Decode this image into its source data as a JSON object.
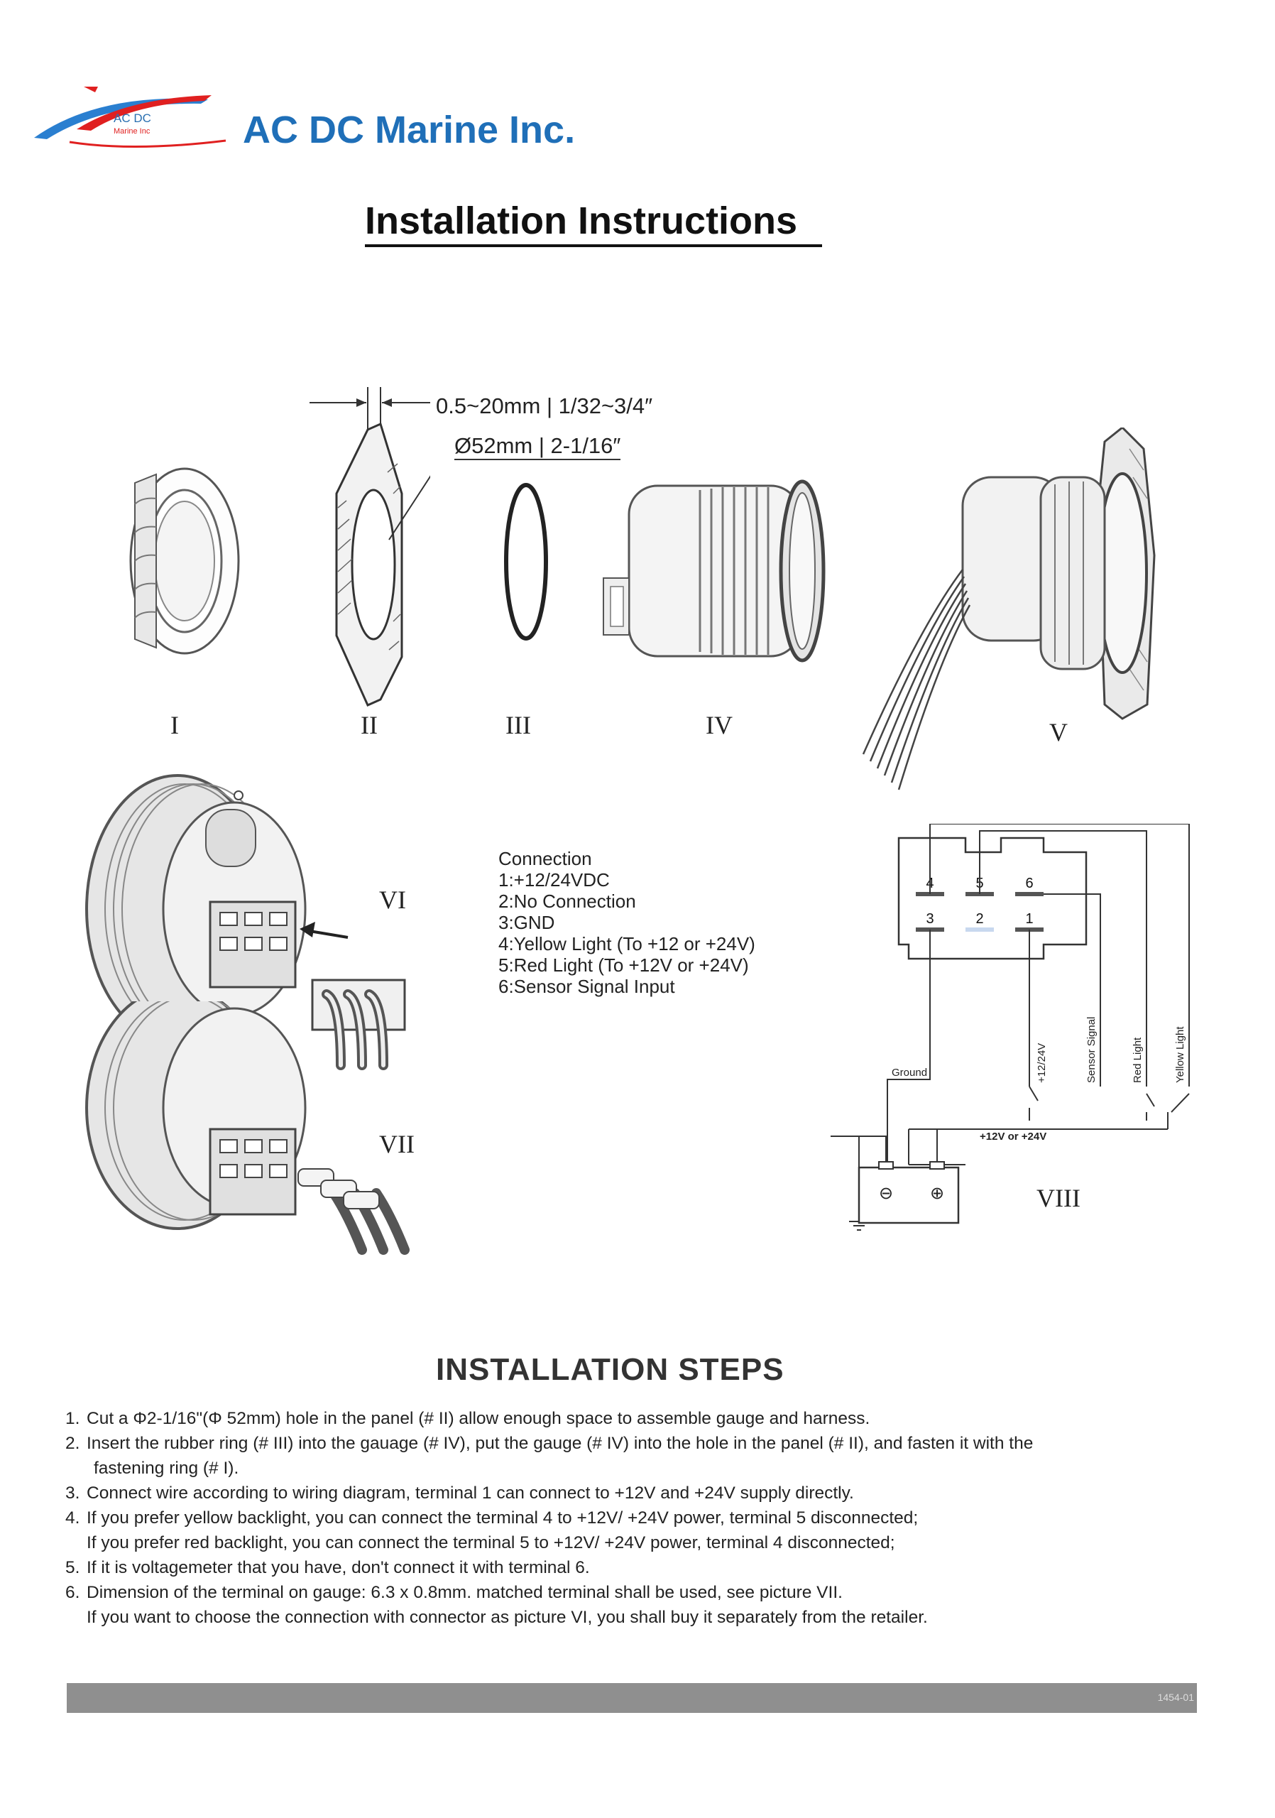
{
  "header": {
    "logo_text_top": "AC DC",
    "logo_text_bottom": "Marine Inc",
    "company": "AC DC Marine Inc.",
    "title": "Installation Instructions"
  },
  "diagram": {
    "dim_panel_thickness": "0.5~20mm | 1/32~3/4″",
    "dim_hole": "Ø52mm | 2-1/16″",
    "parts": [
      "I",
      "II",
      "III",
      "IV",
      "V",
      "VI",
      "VII",
      "VIII"
    ]
  },
  "connection": {
    "title": "Connection",
    "items": [
      "1:+12/24VDC",
      "2:No Connection",
      "3:GND",
      "4:Yellow Light  (To +12 or +24V)",
      "5:Red Light  (To +12V or +24V)",
      "6:Sensor Signal Input"
    ]
  },
  "wiring": {
    "pins": [
      "4",
      "5",
      "6",
      "3",
      "2",
      "1"
    ],
    "labels": {
      "ground": "Ground",
      "supply": "+12/24V",
      "sensor": "Sensor Signal",
      "red": "Red Light",
      "yellow": "Yellow Light",
      "bus": "+12V or +24V",
      "neg": "⊖",
      "pos": "⊕"
    }
  },
  "steps": {
    "heading": "INSTALLATION STEPS",
    "items": [
      {
        "num": "1.",
        "lines": [
          "Cut a Φ2-1/16\"(Φ 52mm) hole in the panel (# II) allow enough space to assemble gauge and harness."
        ]
      },
      {
        "num": "2.",
        "lines": [
          "Insert the rubber ring (# III) into the gauage (# IV), put the gauge (# IV) into the hole in the panel (# II), and fasten it with the",
          "fastening ring (# I)."
        ]
      },
      {
        "num": "3.",
        "lines": [
          "Connect wire according to wiring diagram, terminal 1 can connect to +12V and +24V supply directly."
        ]
      },
      {
        "num": "4.",
        "lines": [
          "If you prefer yellow backlight, you can connect the terminal 4 to +12V/ +24V power, terminal 5 disconnected;",
          "If you prefer red backlight, you can connect the terminal 5 to +12V/ +24V power, terminal 4 disconnected;"
        ]
      },
      {
        "num": "5.",
        "lines": [
          "If it is voltagemeter that you have, don't connect it with terminal 6."
        ]
      },
      {
        "num": "6.",
        "lines": [
          "Dimension of the terminal on gauge: 6.3 x 0.8mm. matched terminal shall be used, see picture VII.",
          "If you want to choose the connection with connector as picture VI, you shall buy it separately from the retailer."
        ]
      }
    ]
  },
  "footer": {
    "code": "1454-01"
  }
}
